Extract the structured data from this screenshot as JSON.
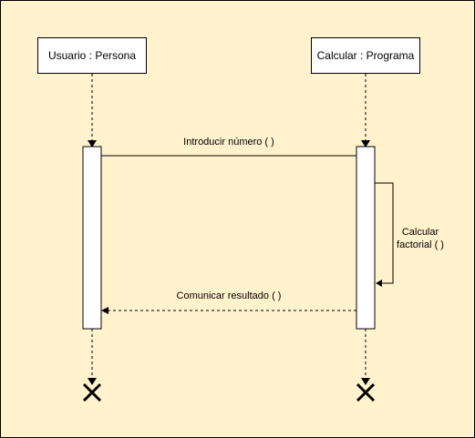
{
  "diagram": {
    "background": "#fff2cc",
    "participants": [
      {
        "id": "user",
        "label": "Usuario : Persona"
      },
      {
        "id": "calc",
        "label": "Calcular : Programa"
      }
    ],
    "messages": [
      {
        "from": "user",
        "to": "calc",
        "style": "solid",
        "label": "Introducir número ( )"
      },
      {
        "from": "calc",
        "to": "calc",
        "style": "solid",
        "label": "Calcular factorial ( )",
        "lines": [
          "Calcular",
          "factorial ( )"
        ]
      },
      {
        "from": "calc",
        "to": "user",
        "style": "dashed",
        "label": "Comunicar resultado ( )"
      }
    ]
  }
}
